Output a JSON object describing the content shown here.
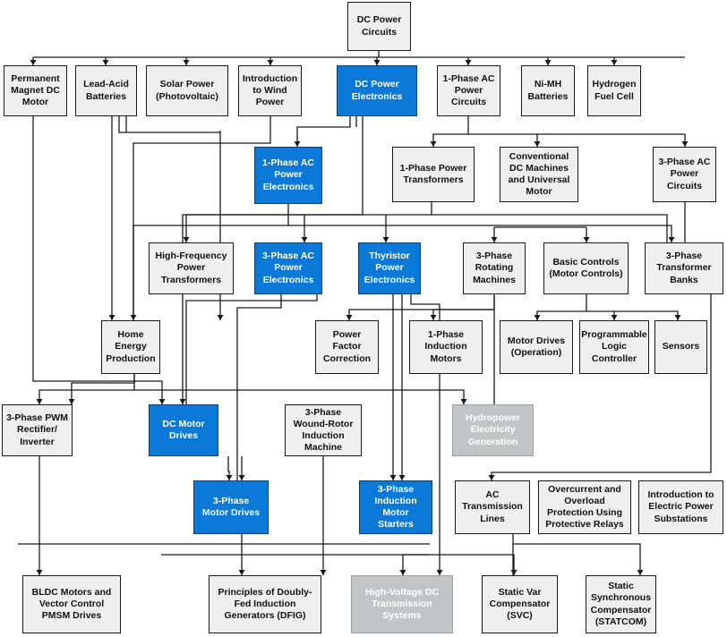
{
  "diagram": {
    "colors": {
      "normal_fill": "#efefef",
      "blue_fill": "#0a79d8",
      "gray_fill": "#c2c5c8",
      "line": "#1a1a1a"
    },
    "nodes": {
      "dc_power_circuits": {
        "label": "DC Power\nCircuits",
        "style": "normal"
      },
      "pm_dc_motor": {
        "label": "Permanent\nMagnet DC\nMotor",
        "style": "normal"
      },
      "lead_acid": {
        "label": "Lead-Acid\nBatteries",
        "style": "normal"
      },
      "solar": {
        "label": "Solar Power\n(Photovoltaic)",
        "style": "normal"
      },
      "wind": {
        "label": "Introduction\nto Wind\nPower",
        "style": "normal"
      },
      "dc_power_electronics": {
        "label": "DC Power\nElectronics",
        "style": "blue"
      },
      "ac_power_circuits_1ph": {
        "label": "1-Phase AC\nPower\nCircuits",
        "style": "normal"
      },
      "nimh": {
        "label": "Ni-MH\nBatteries",
        "style": "normal"
      },
      "hydrogen": {
        "label": "Hydrogen\nFuel Cell",
        "style": "normal"
      },
      "ac_pe_1ph": {
        "label": "1-Phase AC\nPower\nElectronics",
        "style": "blue"
      },
      "power_transformers_1ph": {
        "label": "1-Phase Power\nTransformers",
        "style": "normal"
      },
      "conventional_dc": {
        "label": "Conventional\nDC Machines\nand Universal\nMotor",
        "style": "normal"
      },
      "ac_power_circuits_3ph": {
        "label": "3-Phase AC\nPower\nCircuits",
        "style": "normal"
      },
      "hf_transformers": {
        "label": "High-Frequency\nPower\nTransformers",
        "style": "normal"
      },
      "ac_pe_3ph": {
        "label": "3-Phase AC\nPower\nElectronics",
        "style": "blue"
      },
      "thyristor_pe": {
        "label": "Thyristor\nPower\nElectronics",
        "style": "blue"
      },
      "rotating_3ph": {
        "label": "3-Phase\nRotating\nMachines",
        "style": "normal"
      },
      "basic_controls": {
        "label": "Basic Controls\n(Motor Controls)",
        "style": "normal"
      },
      "transformer_banks_3ph": {
        "label": "3-Phase\nTransformer\nBanks",
        "style": "normal"
      },
      "home_energy": {
        "label": "Home\nEnergy\nProduction",
        "style": "normal"
      },
      "pf_correction": {
        "label": "Power Factor\nCorrection",
        "style": "normal"
      },
      "induction_1ph": {
        "label": "1-Phase\nInduction\nMotors",
        "style": "normal"
      },
      "motor_drives_op": {
        "label": "Motor Drives\n(Operation)",
        "style": "normal"
      },
      "plc": {
        "label": "Programmable\nLogic\nController",
        "style": "normal"
      },
      "sensors": {
        "label": "Sensors",
        "style": "normal"
      },
      "pwm_rectifier": {
        "label": "3-Phase PWM\nRectifier/\nInverter",
        "style": "normal"
      },
      "dc_motor_drives": {
        "label": "DC Motor\nDrives",
        "style": "blue"
      },
      "wound_rotor": {
        "label": "3-Phase\nWound-Rotor\nInduction\nMachine",
        "style": "normal"
      },
      "hydropower": {
        "label": "Hydropower\nElectricity\nGeneration",
        "style": "gray"
      },
      "motor_drives_3ph": {
        "label": "3-Phase\nMotor Drives",
        "style": "blue"
      },
      "induction_starters": {
        "label": "3-Phase\nInduction\nMotor\nStarters",
        "style": "blue"
      },
      "ac_transmission": {
        "label": "AC\nTransmission\nLines",
        "style": "normal"
      },
      "overcurrent": {
        "label": "Overcurrent and\nOverload\nProtection Using\nProtective Relays",
        "style": "normal"
      },
      "substations": {
        "label": "Introduction to\nElectric Power\nSubstations",
        "style": "normal"
      },
      "bldc": {
        "label": "BLDC Motors and\nVector Control\nPMSM Drives",
        "style": "normal"
      },
      "dfig": {
        "label": "Principles of Doubly-\nFed Induction\nGenerators (DFIG)",
        "style": "normal"
      },
      "hvdc": {
        "label": "High-Voltage DC\nTransmission\nSystems",
        "style": "gray"
      },
      "svc": {
        "label": "Static Var\nCompensator\n(SVC)",
        "style": "normal"
      },
      "statcom": {
        "label": "Static\nSynchronous\nCompensator\n(STATCOM)",
        "style": "normal"
      }
    }
  }
}
